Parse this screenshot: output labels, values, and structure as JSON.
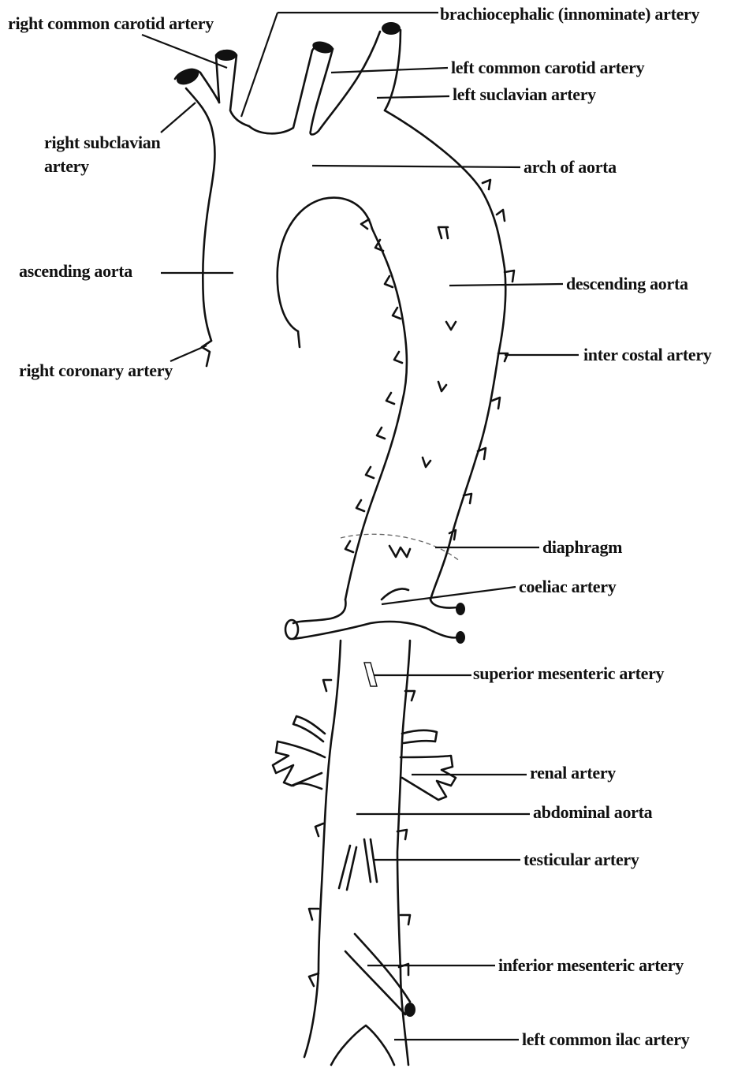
{
  "diagram": {
    "labels": {
      "right_common_carotid": "right common carotid artery",
      "brachiocephalic": "brachiocephalic (innominate) artery",
      "left_common_carotid": "left common carotid artery",
      "left_subclavian": "left suclavian artery",
      "right_subclavian": "right subclavian\nartery",
      "arch_of_aorta": "arch of aorta",
      "ascending_aorta": "ascending aorta",
      "descending_aorta": "descending aorta",
      "right_coronary": "right coronary artery",
      "inter_costal": "inter costal artery",
      "diaphragm": "diaphragm",
      "coeliac": "coeliac artery",
      "superior_mesenteric": "superior mesenteric artery",
      "renal": "renal artery",
      "abdominal_aorta": "abdominal aorta",
      "testicular": "testicular artery",
      "inferior_mesenteric": "inferior mesenteric artery",
      "left_common_iliac": "left common ilac artery"
    }
  }
}
